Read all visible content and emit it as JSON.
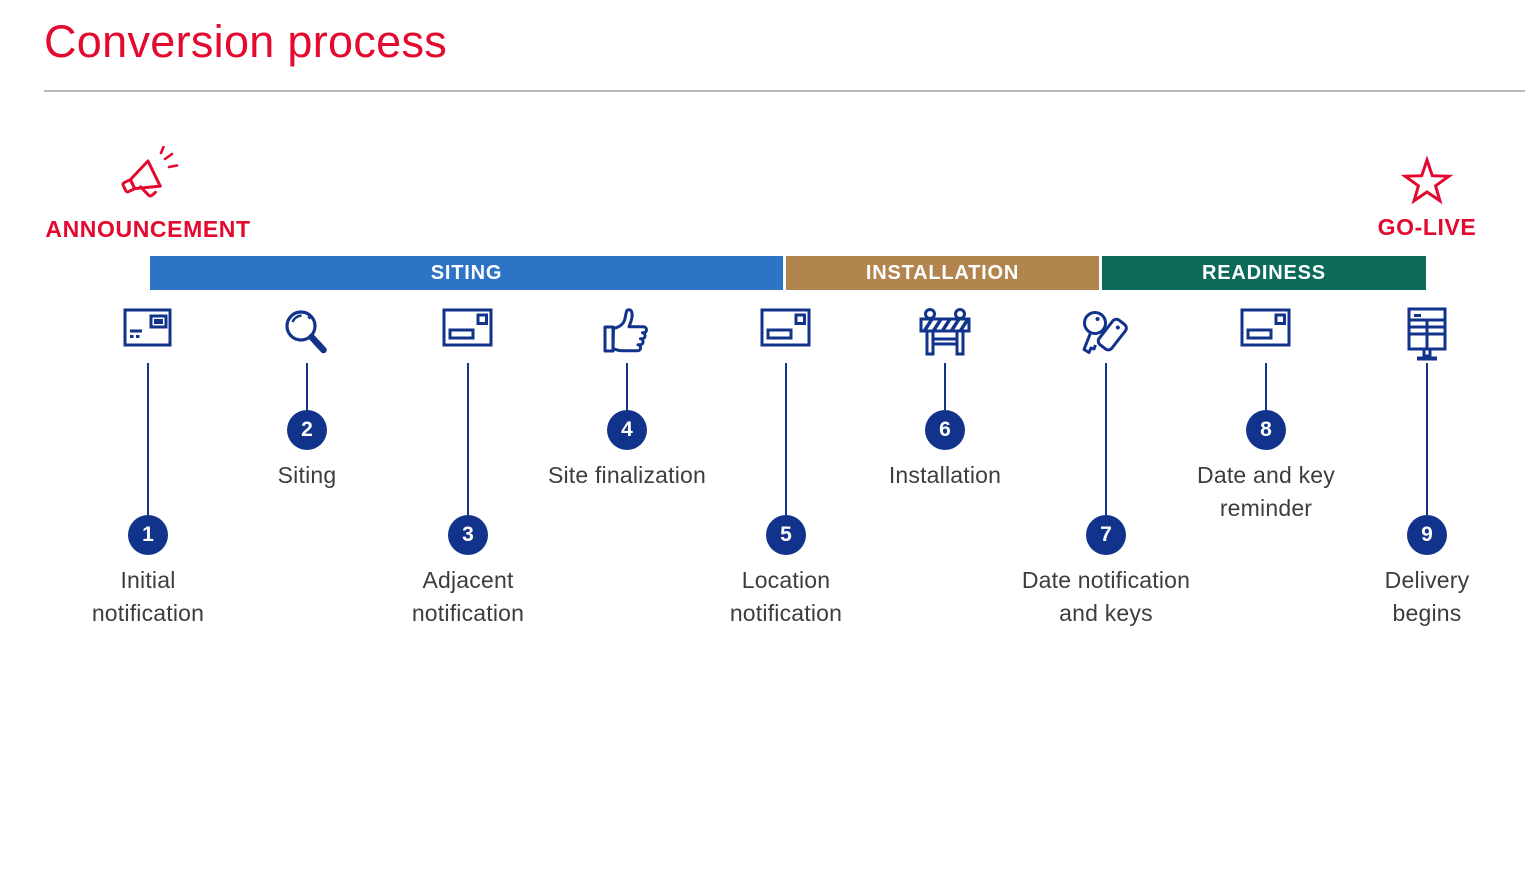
{
  "page": {
    "title": "Conversion process"
  },
  "colors": {
    "accent_red": "#e3092f",
    "icon_navy": "#11338b",
    "siting_blue": "#2e74c6",
    "installation_tan": "#b2854f",
    "readiness_teal": "#0c6a5b",
    "label_text": "#3d3d3d"
  },
  "milestones": {
    "announcement": {
      "label": "ANNOUNCEMENT",
      "icon": "megaphone-icon"
    },
    "golive": {
      "label": "GO-LIVE",
      "icon": "star-icon"
    }
  },
  "phases": [
    {
      "label": "SITING",
      "color": "#2e74c6"
    },
    {
      "label": "INSTALLATION",
      "color": "#b2854f"
    },
    {
      "label": "READINESS",
      "color": "#0c6a5b"
    }
  ],
  "steps": [
    {
      "number": "1",
      "label": "Initial\nnotification",
      "icon": "envelope-letter-icon",
      "position": "low"
    },
    {
      "number": "2",
      "label": "Siting",
      "icon": "magnifier-icon",
      "position": "high"
    },
    {
      "number": "3",
      "label": "Adjacent\nnotification",
      "icon": "envelope-stamp-icon",
      "position": "low"
    },
    {
      "number": "4",
      "label": "Site finalization",
      "icon": "thumbs-up-icon",
      "position": "high"
    },
    {
      "number": "5",
      "label": "Location\nnotification",
      "icon": "envelope-stamp-icon",
      "position": "low"
    },
    {
      "number": "6",
      "label": "Installation",
      "icon": "barricade-icon",
      "position": "high"
    },
    {
      "number": "7",
      "label": "Date notification\nand keys",
      "icon": "keys-icon",
      "position": "low"
    },
    {
      "number": "8",
      "label": "Date and key\nreminder",
      "icon": "envelope-stamp-icon",
      "position": "high"
    },
    {
      "number": "9",
      "label": "Delivery\nbegins",
      "icon": "mailbox-icon",
      "position": "low"
    }
  ]
}
